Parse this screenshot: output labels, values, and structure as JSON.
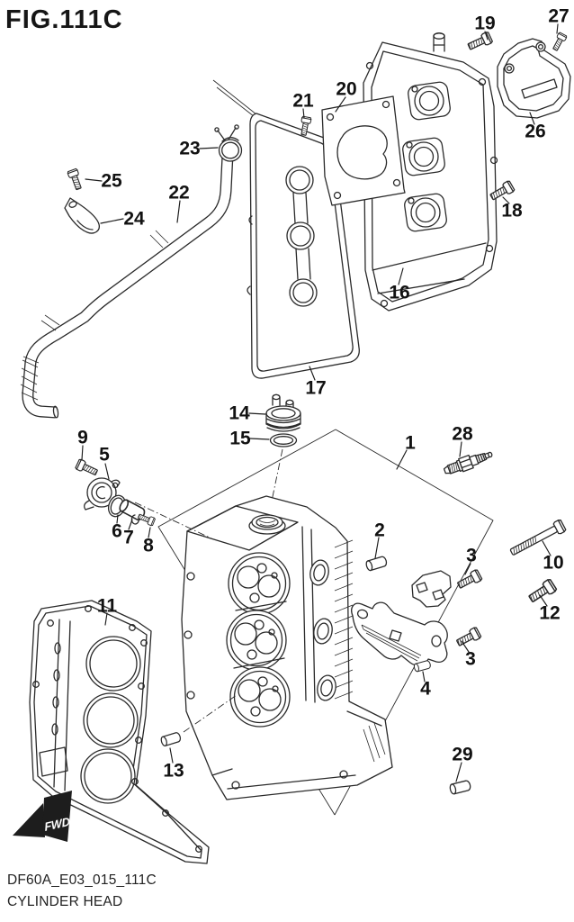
{
  "figure_title": "FIG.111C",
  "doc_code": "DF60A_E03_015_111C",
  "doc_title": "CYLINDER HEAD",
  "fwd": "FWD",
  "colors": {
    "ink": "#2a2a2a",
    "paper": "#ffffff"
  },
  "callouts": {
    "c1": "1",
    "c2": "2",
    "c3a": "3",
    "c3b": "3",
    "c4": "4",
    "c5": "5",
    "c6": "6",
    "c7": "7",
    "c8": "8",
    "c9": "9",
    "c10": "10",
    "c11": "11",
    "c12": "12",
    "c13": "13",
    "c14": "14",
    "c15": "15",
    "c16": "16",
    "c17": "17",
    "c18": "18",
    "c19": "19",
    "c20": "20",
    "c21": "21",
    "c22": "22",
    "c23": "23",
    "c24": "24",
    "c25": "25",
    "c26": "26",
    "c27": "27",
    "c28": "28",
    "c29": "29"
  }
}
